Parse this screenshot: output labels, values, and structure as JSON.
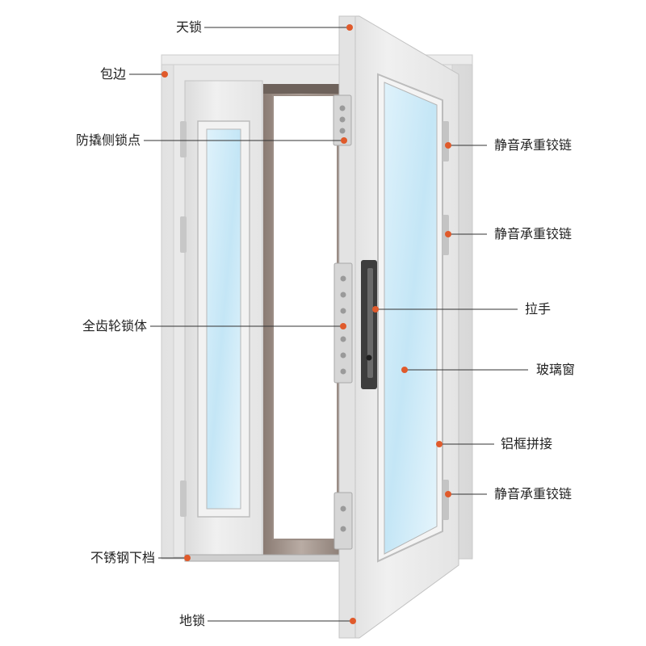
{
  "accent_color": "#e05a2b",
  "labels": {
    "top_lock": "天锁",
    "trim_edge": "包边",
    "anti_pry_lock_point": "防撬侧锁点",
    "full_gear_lock_body": "全齿轮锁体",
    "stainless_bottom_bar": "不锈钢下档",
    "ground_lock": "地锁",
    "silent_hinge_top": "静音承重铰链",
    "silent_hinge_middle": "静音承重铰链",
    "handle": "拉手",
    "glass_window": "玻璃窗",
    "aluminum_frame_joint": "铝框拼接",
    "silent_hinge_bottom": "静音承重铰链"
  }
}
